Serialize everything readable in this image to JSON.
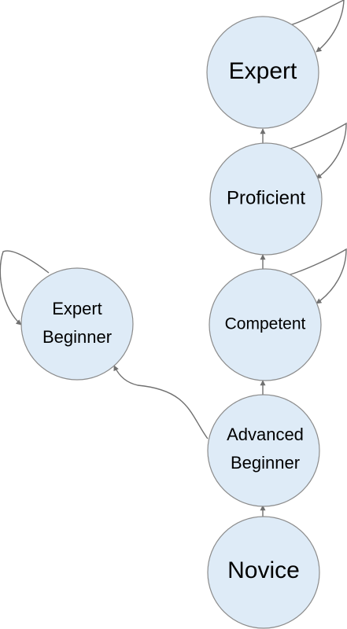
{
  "diagram": {
    "nodes": {
      "expert": {
        "label": "Expert"
      },
      "proficient": {
        "label": "Proficient"
      },
      "competent": {
        "label": "Competent"
      },
      "advanced_beginner": {
        "line1": "Advanced",
        "line2": "Beginner"
      },
      "novice": {
        "label": "Novice"
      },
      "expert_beginner": {
        "line1": "Expert",
        "line2": "Beginner"
      }
    },
    "colors": {
      "node_fill": "#deebf7",
      "node_stroke": "#8c8c8c",
      "edge": "#707070",
      "text": "#000000"
    }
  }
}
